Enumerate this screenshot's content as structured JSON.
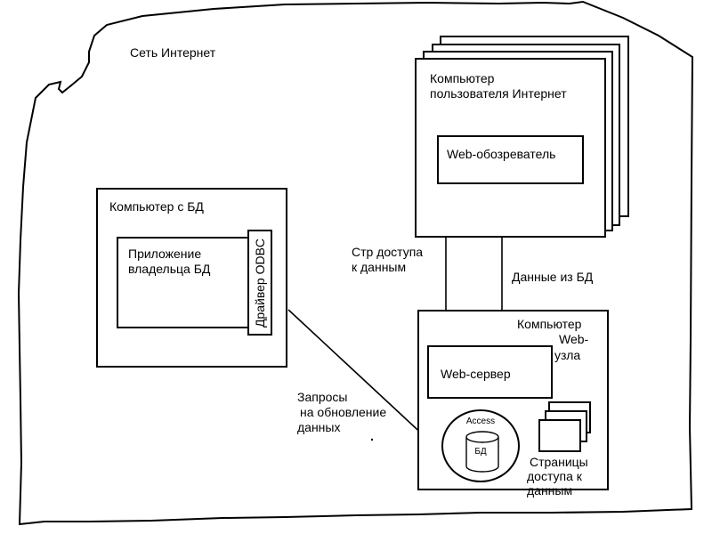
{
  "network_label": "Сеть Интернет",
  "user_computer": {
    "title_line1": "Компьютер",
    "title_line2": "пользователя Интернет",
    "browser": "Web-обозреватель"
  },
  "db_computer": {
    "title": "Компьютер с БД",
    "app_line1": "Приложение",
    "app_line2": "владельца БД",
    "driver": "Драйвер ODBC"
  },
  "web_node": {
    "title_line1": "Компьютер",
    "title_line2": "Web-",
    "title_line3": "узла",
    "server": "Web-сервер",
    "access": "Access",
    "db": "БД",
    "pages_line1": "Страницы",
    "pages_line2": "доступа к",
    "pages_line3": "данным"
  },
  "edges": {
    "pages_to_browser_line1": "Стр доступа",
    "pages_to_browser_line2": "к данным",
    "data_from_db": "Данные из БД",
    "update_requests_line1": "Запросы",
    "update_requests_line2": "на обновление",
    "update_requests_line3": "данных"
  }
}
